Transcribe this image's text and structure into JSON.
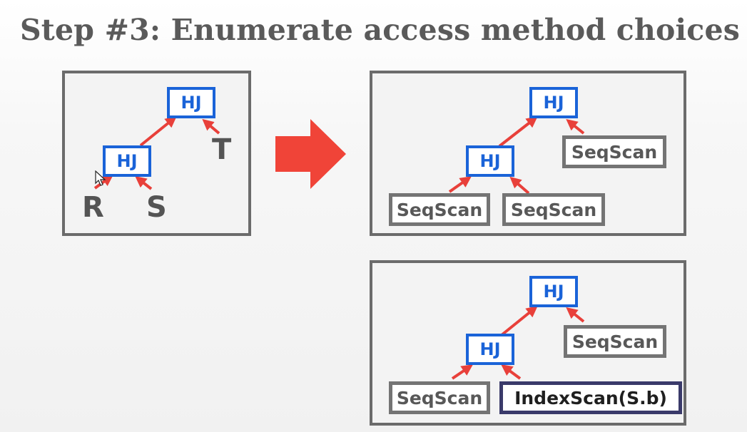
{
  "slide": {
    "title": "Step #3: Enumerate access method choices"
  },
  "colors": {
    "join_node": "#1a63d8",
    "edge": "#e8403a",
    "arrow": "#f04438",
    "panel_border": "#6b6b6b",
    "index_scan_border": "#3a3a6a"
  },
  "left_plan": {
    "root": "HJ",
    "inner_join": "HJ",
    "leaves": [
      "R",
      "S",
      "T"
    ]
  },
  "plan_a": {
    "root": "HJ",
    "inner_join": "HJ",
    "right_scan": "SeqScan",
    "left_scan": "SeqScan",
    "mid_scan": "SeqScan"
  },
  "plan_b": {
    "root": "HJ",
    "inner_join": "HJ",
    "right_scan": "SeqScan",
    "left_scan": "SeqScan",
    "mid_scan": "IndexScan(S.b)"
  },
  "icons": {
    "transform_arrow": "right-arrow-icon",
    "cursor": "mouse-pointer-icon"
  }
}
